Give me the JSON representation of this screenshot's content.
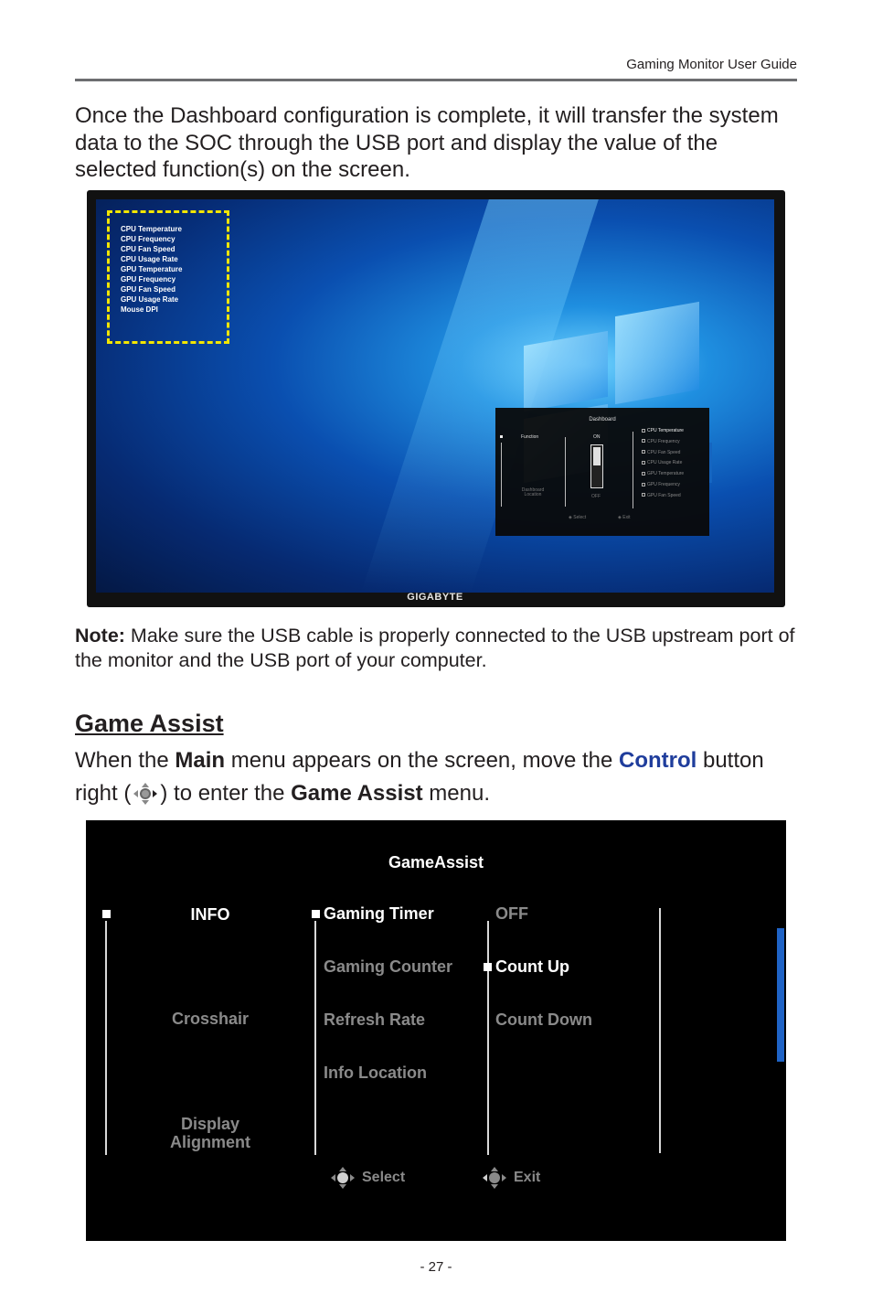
{
  "header": {
    "label": "Gaming Monitor User Guide"
  },
  "intro": {
    "text": "Once the Dashboard configuration is complete, it will transfer the system data to the SOC through the USB port and display the value of the selected function(s) on the screen."
  },
  "monitor_figure": {
    "brand": "GIGABYTE",
    "dashboard_items": [
      "CPU Temperature",
      "CPU Frequency",
      "CPU Fan Speed",
      "CPU Usage Rate",
      "GPU Temperature",
      "GPU Frequency",
      "GPU Fan Speed",
      "GPU Usage Rate",
      "Mouse DPI"
    ],
    "mini_osd": {
      "title": "Dashboard",
      "function_label": "Function",
      "location_label": "Dashboard Location",
      "on_label": "ON",
      "off_label": "OFF",
      "items": [
        "CPU Temperature",
        "CPU Frequency",
        "CPU Fan Speed",
        "CPU Usage Rate",
        "GPU Temperature",
        "GPU Frequency",
        "GPU Fan Speed"
      ],
      "select_label": "Select",
      "exit_label": "Exit"
    },
    "highlight_color": "#f3e600"
  },
  "note": {
    "label": "Note:",
    "text": " Make sure the USB cable is properly connected to the USB upstream port of the monitor and the USB port of your computer."
  },
  "section": {
    "title": "Game Assist"
  },
  "instruction": {
    "part1": "When the ",
    "main": "Main",
    "part2": " menu appears on the screen, move the ",
    "control": "Control",
    "part3": " button right (",
    "part4": ") to enter the ",
    "game_assist": "Game Assist",
    "part5": " menu.",
    "control_color": "#1f3d9c"
  },
  "osd": {
    "title": "GameAssist",
    "column1": [
      "INFO",
      "Crosshair",
      "Display Alignment"
    ],
    "column2": [
      "Gaming Timer",
      "Gaming Counter",
      "Refresh Rate",
      "Info Location"
    ],
    "column3": [
      "OFF",
      "Count Up",
      "Count Down"
    ],
    "selected": {
      "column1": "INFO",
      "column2": "Gaming Timer",
      "column3": "Count Up"
    },
    "footer": {
      "select": "Select",
      "exit": "Exit"
    },
    "scrollbar_color": "#1f63c6"
  },
  "page_number": "- 27 -"
}
